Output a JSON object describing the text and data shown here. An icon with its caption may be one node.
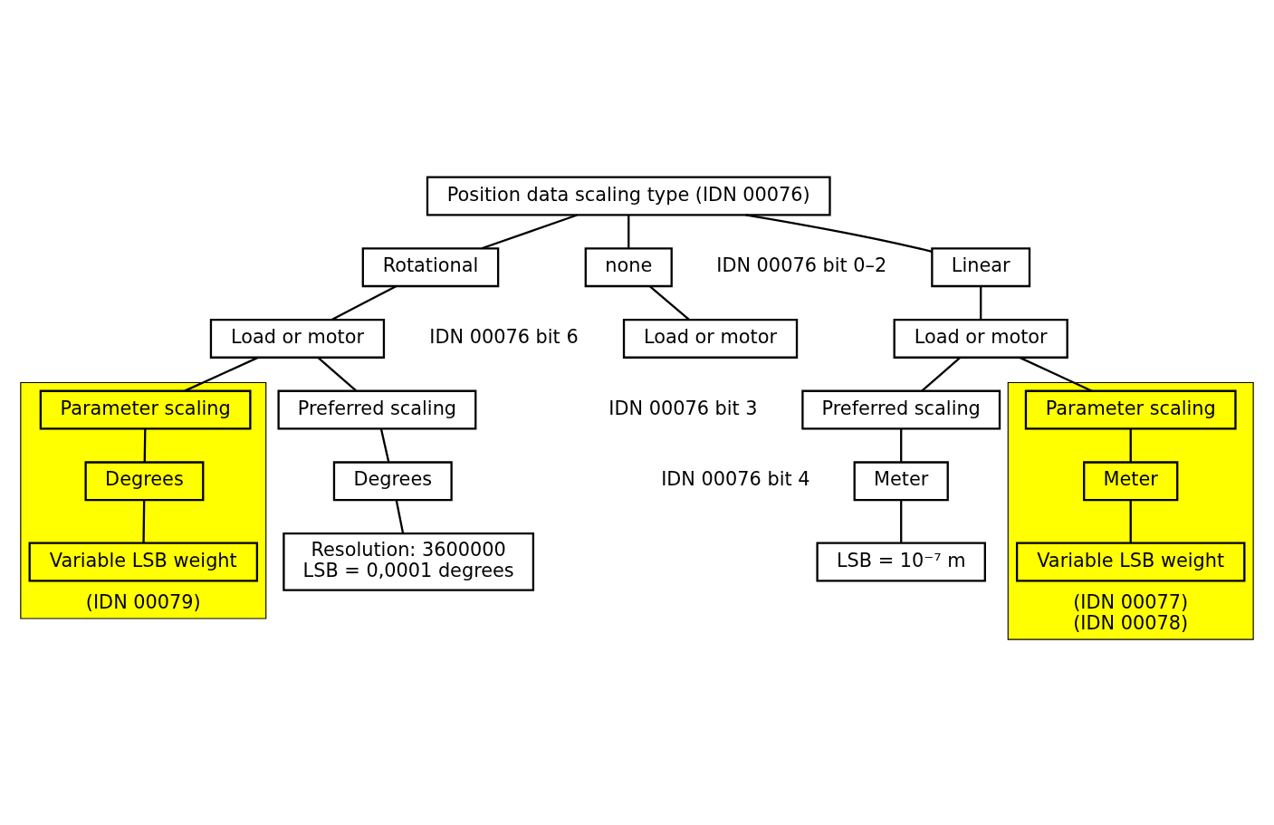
{
  "diagram": {
    "nodes": [
      {
        "text": [
          "Position data scaling type (IDN 00076)"
        ]
      },
      {
        "text": [
          "none"
        ]
      },
      {
        "text": [
          "Linear"
        ]
      },
      {
        "text": [
          "Rotational"
        ]
      },
      {
        "text": [
          "Load or motor"
        ]
      },
      {
        "text": [
          "Load or motor"
        ]
      },
      {
        "text": [
          "Load or motor"
        ]
      },
      {
        "text": [
          "Preferred scaling"
        ]
      },
      {
        "text": [
          "(IDN 00077)",
          "(IDN 00078)"
        ]
      },
      {
        "text": [
          "Parameter scaling"
        ],
        "in": 8
      },
      {
        "text": [
          "Preferred scaling"
        ]
      },
      {
        "text": [
          "(IDN 00079)"
        ]
      },
      {
        "text": [
          "Parameter scaling"
        ],
        "in": 11
      },
      {
        "text": [
          "Meter"
        ]
      },
      {
        "text": [
          "Meter"
        ],
        "in": 8
      },
      {
        "text": [
          "Degrees"
        ]
      },
      {
        "text": [
          "Degrees"
        ],
        "in": 11
      },
      {
        "text": [
          "LSB = 10⁻⁷ m"
        ]
      },
      {
        "text": [
          "Variable LSB weight"
        ],
        "in": 8
      },
      {
        "text": [
          "Resolution: 3600000",
          "LSB = 0,0001 degrees"
        ]
      },
      {
        "text": [
          "Variable LSB weight"
        ],
        "in": 11
      }
    ],
    "edges": [
      {
        "from": 0,
        "to": 1,
        "arrow": "none"
      },
      {
        "from": 0,
        "to": 2,
        "arrow": "none"
      },
      {
        "from": 0,
        "to": 3,
        "arrow": "none"
      },
      {
        "from": 1,
        "to": 4,
        "arrow": "none"
      },
      {
        "from": 2,
        "to": 5,
        "arrow": "none"
      },
      {
        "from": 3,
        "to": 6,
        "arrow": "none"
      },
      {
        "from": 5,
        "to": 7,
        "arrow": "none"
      },
      {
        "from": 5,
        "to": 9,
        "arrow": "none"
      },
      {
        "from": 6,
        "to": 10,
        "arrow": "none"
      },
      {
        "from": 6,
        "to": 12,
        "arrow": "none"
      },
      {
        "from": 7,
        "to": 13,
        "arrow": "none"
      },
      {
        "from": 9,
        "to": 14,
        "arrow": "none"
      },
      {
        "from": 10,
        "to": 15,
        "arrow": "none"
      },
      {
        "from": 12,
        "to": 16,
        "arrow": "none"
      },
      {
        "from": 13,
        "to": 17,
        "arrow": "none"
      },
      {
        "from": 14,
        "to": 18,
        "arrow": "none"
      },
      {
        "from": 15,
        "to": 19,
        "arrow": "none"
      },
      {
        "from": 16,
        "to": 20,
        "arrow": "none"
      }
    ],
    "labels": [
      "IDN 00076 bit 0–2",
      "IDN 00076 bit 6",
      "IDN 00076 bit 3",
      "IDN 00076 bit 4"
    ]
  }
}
